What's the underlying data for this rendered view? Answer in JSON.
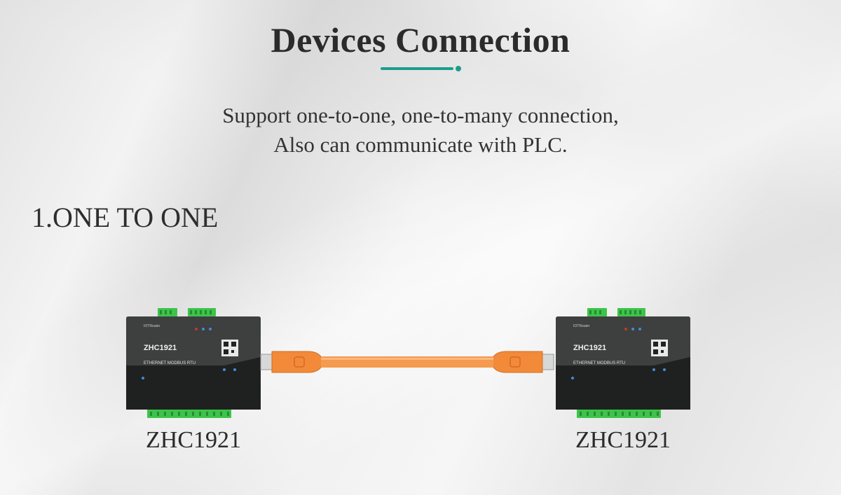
{
  "header": {
    "title": "Devices Connection",
    "subtitle_line1": "Support one-to-one, one-to-many connection,",
    "subtitle_line2": "Also can communicate with PLC."
  },
  "section": {
    "heading": "1.ONE TO ONE"
  },
  "devices": [
    {
      "label": "ZHC1921",
      "panel_model": "ZHC1921",
      "panel_caption": "ETHERNET MODBUS RTU",
      "brand": "IOTRouter"
    },
    {
      "label": "ZHC1921",
      "panel_model": "ZHC1921",
      "panel_caption": "ETHERNET MODBUS RTU",
      "brand": "IOTRouter"
    }
  ],
  "colors": {
    "accent": "#1a9e8e",
    "cable": "#f28a3a",
    "terminal": "#3cc44a",
    "device_body": "#2c2e2d"
  }
}
